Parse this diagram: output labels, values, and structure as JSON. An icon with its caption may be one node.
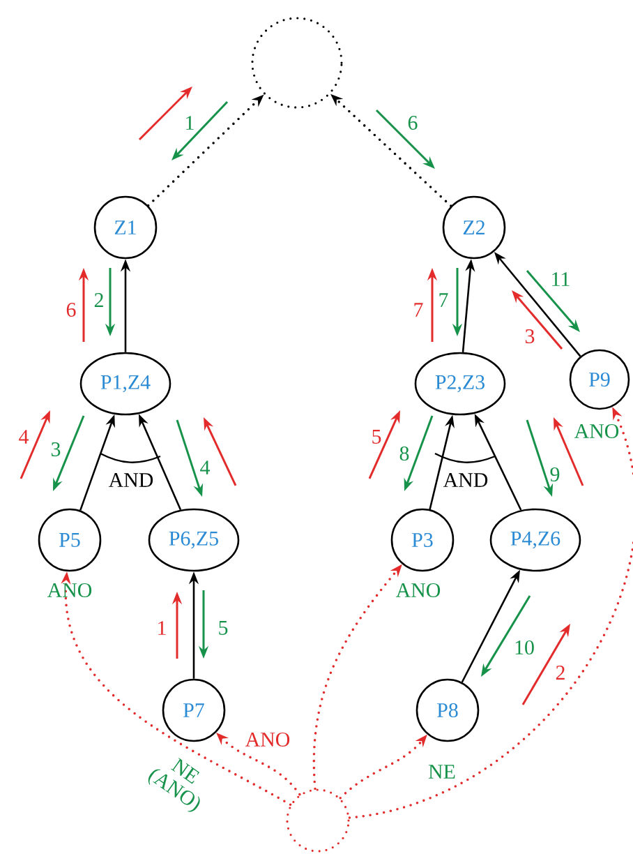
{
  "diagram": {
    "nodes": [
      {
        "text": [],
        "shape": "circle"
      },
      {
        "text": [
          "Z1"
        ]
      },
      {
        "text": [
          "Z2"
        ]
      },
      {
        "text": [
          "P1,Z4"
        ]
      },
      {
        "text": [
          "P2,Z3"
        ]
      },
      {
        "text": [
          "P9"
        ],
        "beside": [
          "ANO"
        ]
      },
      {
        "text": [
          "P5"
        ],
        "beside": [
          "ANO"
        ]
      },
      {
        "text": [
          "P6,Z5"
        ]
      },
      {
        "text": [
          "P3"
        ],
        "beside": [
          "ANO"
        ]
      },
      {
        "text": [
          "P4,Z6"
        ]
      },
      {
        "text": [
          "P7"
        ],
        "beside": [
          "ANO",
          "NE (ANO)"
        ]
      },
      {
        "text": [
          "P8"
        ],
        "beside": [
          "NE"
        ]
      },
      {
        "text": [],
        "shape": "circle"
      }
    ],
    "edges": [
      {
        "from": 1,
        "to": 0,
        "arrow": "to",
        "style": "dashed"
      },
      {
        "from": 2,
        "to": 0,
        "arrow": "to",
        "style": "dashed"
      },
      {
        "from": 3,
        "to": 1,
        "arrow": "to"
      },
      {
        "from": 4,
        "to": 2,
        "arrow": "to"
      },
      {
        "from": 5,
        "to": 2,
        "arrow": "to"
      },
      {
        "from": 6,
        "to": 3,
        "arrow": "to"
      },
      {
        "from": 7,
        "to": 3,
        "arrow": "to"
      },
      {
        "from": 8,
        "to": 4,
        "arrow": "to"
      },
      {
        "from": 9,
        "to": 4,
        "arrow": "to"
      },
      {
        "from": 10,
        "to": 7,
        "arrow": "to"
      },
      {
        "from": 11,
        "to": 9,
        "arrow": "to"
      },
      {
        "from": 12,
        "to": 6,
        "arrow": "to",
        "style": "dashed",
        "color": "#e32b2b"
      },
      {
        "from": 12,
        "to": 10,
        "arrow": "to",
        "style": "dashed",
        "color": "#e32b2b"
      },
      {
        "from": 12,
        "to": 8,
        "arrow": "to",
        "style": "dashed",
        "color": "#e32b2b"
      },
      {
        "from": 12,
        "to": 11,
        "arrow": "to",
        "style": "dashed",
        "color": "#e32b2b"
      },
      {
        "from": 12,
        "to": 5,
        "arrow": "to",
        "style": "dashed",
        "color": "#e32b2b"
      }
    ],
    "labels": [
      "1",
      "6",
      "6",
      "2",
      "7",
      "7",
      "11",
      "3",
      "4",
      "3",
      "4",
      "5",
      "8",
      "9",
      "AND",
      "AND",
      "1",
      "5",
      "10",
      "2"
    ]
  }
}
